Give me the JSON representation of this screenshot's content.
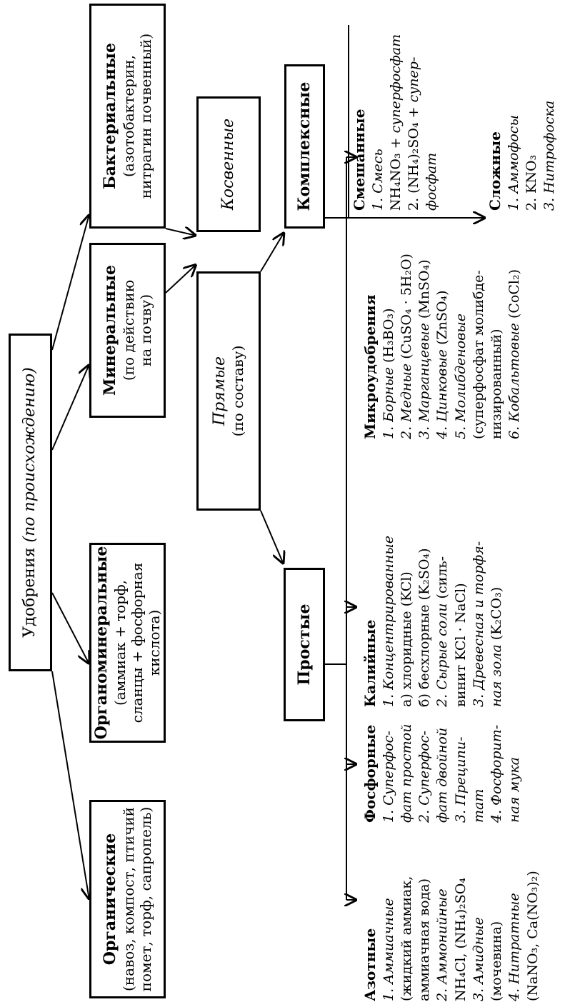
{
  "root": {
    "title": "Удобрения",
    "qualifier": "(по происхождению)"
  },
  "level1": {
    "organic": {
      "title": "Органические",
      "lines": [
        "(навоз, компост, птичий",
        "помет, торф, сапропель)"
      ]
    },
    "organomineral": {
      "title": "Органоминеральные",
      "lines": [
        "(аммиак + торф,",
        "сланцы + фосфорная кислота)"
      ]
    },
    "mineral": {
      "title": "Минеральные",
      "lines": [
        "(по действию",
        "на почву)"
      ]
    },
    "bacterial": {
      "title": "Бактериальные",
      "lines": [
        "(азотобактерин,",
        "нитрагин почвенный)"
      ]
    }
  },
  "level2": {
    "direct": {
      "title": "Прямые",
      "lines": [
        "(по составу)"
      ]
    },
    "indirect": {
      "title": "Косвенные"
    }
  },
  "level3": {
    "simple": {
      "title": "Простые"
    },
    "complex": {
      "title": "Комплексные"
    }
  },
  "nitrogen": {
    "title": "Азотные",
    "lines": [
      {
        "it": "1. Аммиачные",
        "rest": ""
      },
      {
        "it": "",
        "rest": "(жидкий аммиак,"
      },
      {
        "it": "",
        "rest": "аммиачная вода)"
      },
      {
        "it": "2. Аммонийные",
        "rest": ""
      },
      {
        "it": "",
        "rest": "NH₄Cl, (NH₄)₂SO₄"
      },
      {
        "it": "3. Амидные",
        "rest": ""
      },
      {
        "it": "",
        "rest": "(мочевина)"
      },
      {
        "it": "4. Нитратные",
        "rest": ""
      },
      {
        "it": "",
        "rest": "(NaNO₃, Ca(NO₃)₂)"
      }
    ]
  },
  "phosphorus": {
    "title": "Фосфорные",
    "lines": [
      {
        "it": "1. Суперфос-",
        "rest": ""
      },
      {
        "it": "фат простой",
        "rest": ""
      },
      {
        "it": "2. Суперфос-",
        "rest": ""
      },
      {
        "it": "фат двойной",
        "rest": ""
      },
      {
        "it": "3. Преципи-",
        "rest": ""
      },
      {
        "it": "тат",
        "rest": ""
      },
      {
        "it": "4. Фосфорит-",
        "rest": ""
      },
      {
        "it": "ная мука",
        "rest": ""
      }
    ]
  },
  "potassium": {
    "title": "Калийные",
    "lines": [
      {
        "it": "1. Концентрированные",
        "rest": ""
      },
      {
        "it": "",
        "rest": "а) хлоридные (KCl)"
      },
      {
        "it": "",
        "rest": "б) бесхлорные (K₂SO₄)"
      },
      {
        "it": "2. Сырые соли",
        "rest": " (силь-"
      },
      {
        "it": "",
        "rest": "винит KCl · NaCl)"
      },
      {
        "it": "3. Древесная и торфя-",
        "rest": ""
      },
      {
        "it": "ная зола",
        "rest": " (K₂CO₃)"
      }
    ]
  },
  "micro": {
    "title": "Микроудобрения",
    "lines": [
      {
        "it": "1. Борные",
        "rest": " (H₃BO₃)"
      },
      {
        "it": "2. Медные",
        "rest": " (CuSO₄ · 5H₂O)"
      },
      {
        "it": "3. Марганцевые",
        "rest": " (MnSO₄)"
      },
      {
        "it": "4. Цинковые",
        "rest": " (ZnSO₄)"
      },
      {
        "it": "5. Молибденовые",
        "rest": ""
      },
      {
        "it": "",
        "rest": "(суперфосфат молибде-"
      },
      {
        "it": "",
        "rest": "низированный)"
      },
      {
        "it": "6. Кобальтовые",
        "rest": " (CoCl₂)"
      }
    ]
  },
  "mixed": {
    "title": "Смешанные",
    "lines": [
      {
        "it": "1. Смесь",
        "rest": ""
      },
      {
        "it": "",
        "rest": "NH₄NO₃ + ",
        "it2": "суперфосфат"
      },
      {
        "it": "",
        "rest": "2. (NH₄)₂SO₄ + ",
        "it2": "супер-"
      },
      {
        "it": "фосфат",
        "rest": ""
      }
    ]
  },
  "compound": {
    "title": "Сложные",
    "lines": [
      {
        "it": "1. Аммофосы",
        "rest": ""
      },
      {
        "it": "",
        "rest": "2. KNO₃"
      },
      {
        "it": "3. Нитрофоска",
        "rest": ""
      }
    ]
  }
}
